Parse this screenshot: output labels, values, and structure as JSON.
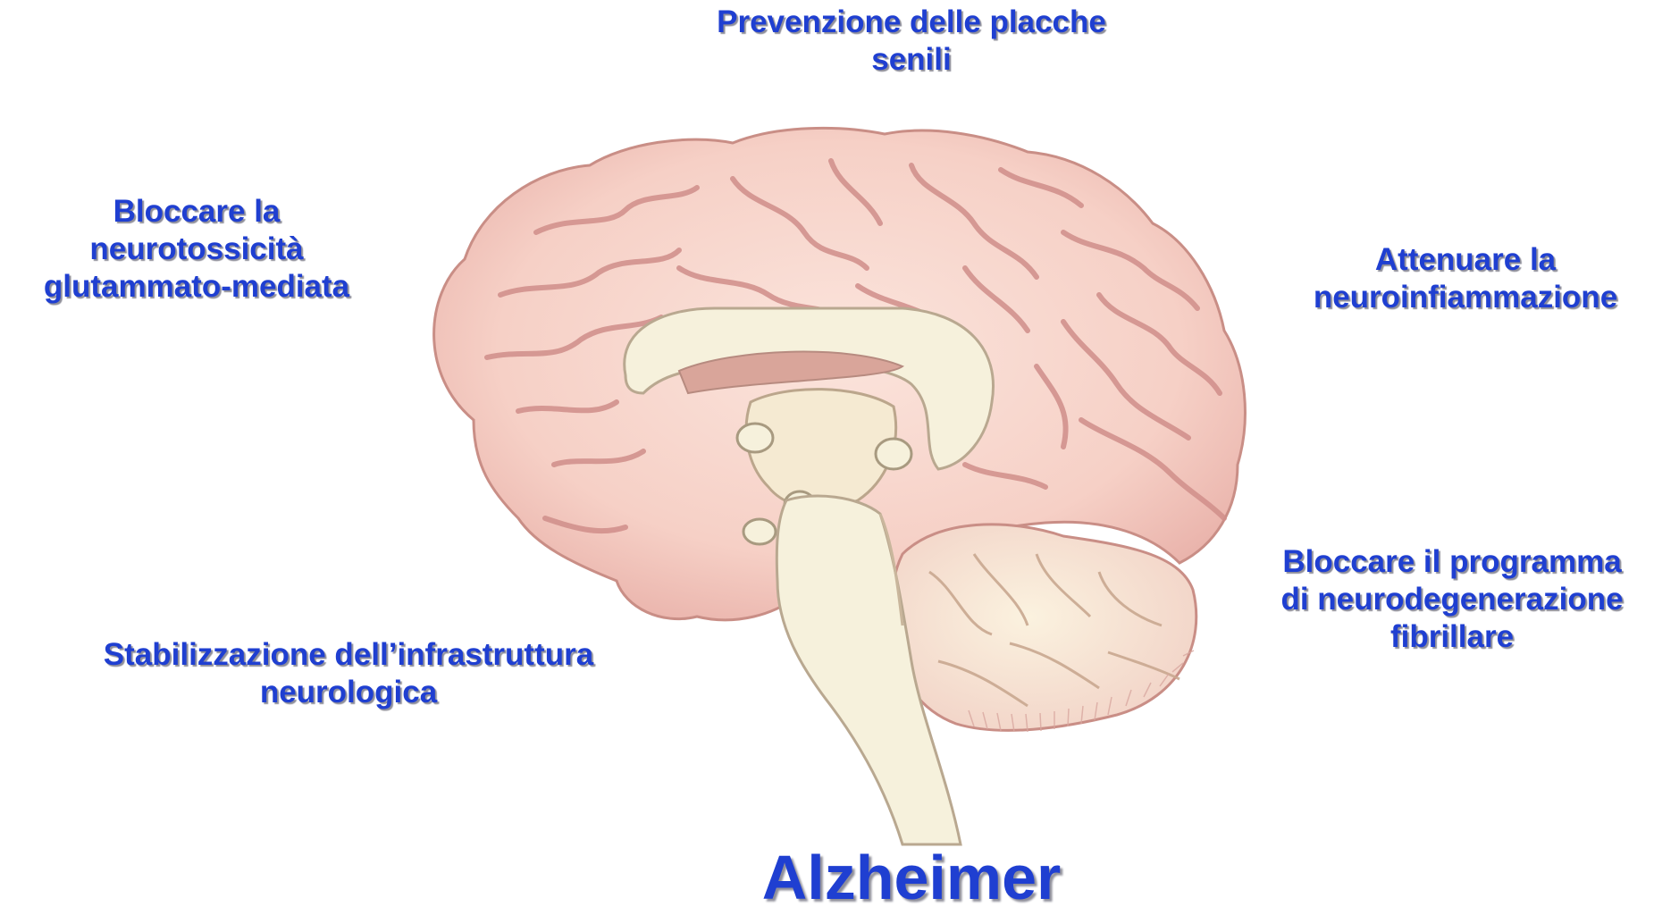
{
  "labels": {
    "top": [
      "Prevenzione delle placche",
      "senili"
    ],
    "left": [
      "Bloccare la",
      "neurotossicità",
      "glutammato-mediata"
    ],
    "right": [
      "Attenuare la",
      "neuroinfiammazione"
    ],
    "bottom_right": [
      "Bloccare il programma",
      "di neurodegenerazione",
      "fibrillare"
    ],
    "bottom_left": [
      "Stabilizzazione dell’infrastruttura",
      "neurologica"
    ]
  },
  "title": "Alzheimer",
  "colors": {
    "text": "#1f3fd1",
    "cortex": "#f7d3c8",
    "cortex_dark": "#e2a7a0",
    "white_matter": "#f6f1dc",
    "outline": "#c98e86"
  }
}
